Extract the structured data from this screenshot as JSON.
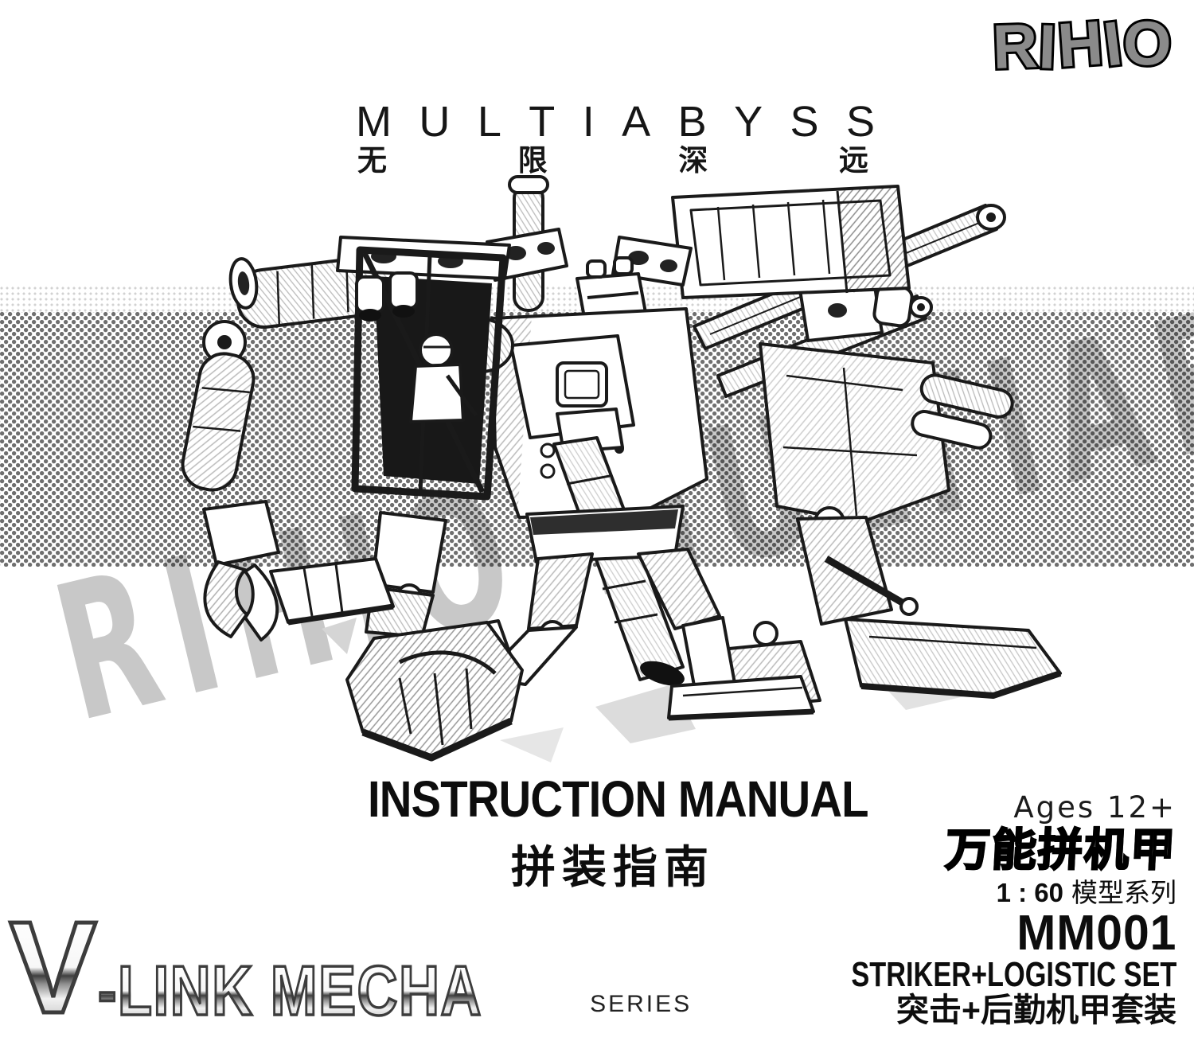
{
  "brand": {
    "name": "RIHIO",
    "letters": [
      "R",
      "I",
      "H",
      "I",
      "O"
    ]
  },
  "series_title": {
    "latin": "MULTIABYSS",
    "latin_letters": [
      "M",
      "U",
      "L",
      "T",
      "I",
      "A",
      "B",
      "Y",
      "S",
      "S"
    ],
    "cn": "无限深远",
    "cn_chars": [
      "无",
      "限",
      "深",
      "远"
    ]
  },
  "watermark": {
    "text": "RIHIO MULTIABYSS"
  },
  "manual_title": {
    "en": "INSTRUCTION MANUAL",
    "cn": "拼装指南"
  },
  "info": {
    "ages": "Ages 12+",
    "series_logo_cn": "万能拼机甲",
    "scale": "1 : 60",
    "scale_suffix_cn": "模型系列",
    "model_number": "MM001",
    "set_name_en": "STRIKER+LOGISTIC SET",
    "set_name_cn": "突击+后勤机甲套装"
  },
  "footer": {
    "v": "V",
    "link_mecha": "-LINK MECHA",
    "series": "SERIES"
  },
  "illustration": {
    "description": "Hand-drawn ink sketch of three V-Link mecha units over a halftone band: left striker with open cockpit, pilot and claw arm; central mech with container backpack, twin cannons and suppressed rifle; right logistic mech crouched on skid feet."
  },
  "colors": {
    "ink": "#1a1a1a",
    "halftone_dot": "#6f6f6f",
    "watermark_gray": "#c8c8c8",
    "logo_gray": "#8a8a8a",
    "background": "#ffffff"
  }
}
